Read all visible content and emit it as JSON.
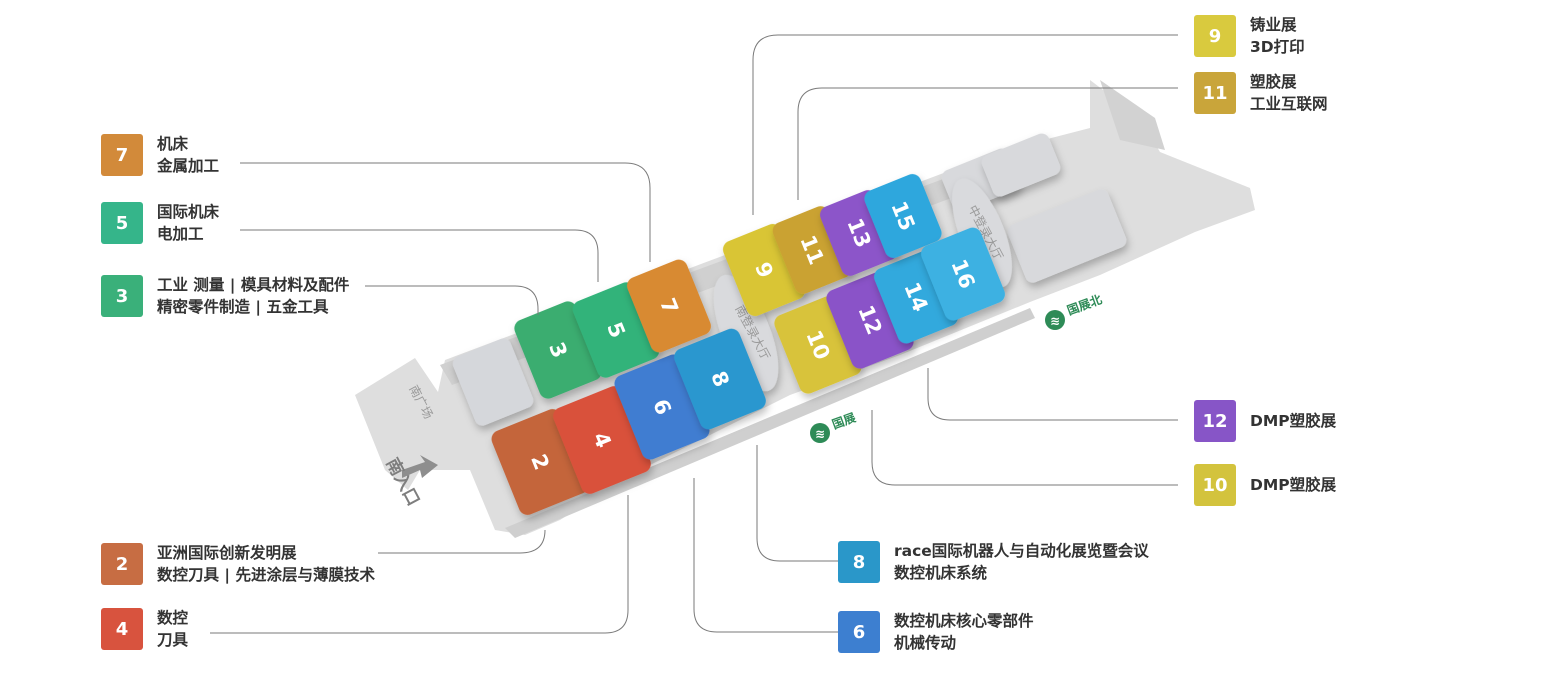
{
  "map": {
    "entrance_label": "南入口",
    "square_label": "南广场",
    "metro_stations": [
      {
        "label": "国展"
      },
      {
        "label": "国展北"
      }
    ],
    "lobbies": [
      {
        "label": "南登录大厅"
      },
      {
        "label": "中登录大厅"
      }
    ],
    "halls": [
      {
        "number": "2",
        "color": "#c4653a"
      },
      {
        "number": "3",
        "color": "#3aad70"
      },
      {
        "number": "4",
        "color": "#d9513a"
      },
      {
        "number": "5",
        "color": "#33b37a"
      },
      {
        "number": "6",
        "color": "#3f7dd1"
      },
      {
        "number": "7",
        "color": "#d88a33"
      },
      {
        "number": "8",
        "color": "#2b97cf"
      },
      {
        "number": "9",
        "color": "#d9c534"
      },
      {
        "number": "10",
        "color": "#d8c33b"
      },
      {
        "number": "11",
        "color": "#caa232"
      },
      {
        "number": "12",
        "color": "#8a53c8"
      },
      {
        "number": "13",
        "color": "#8c55c9"
      },
      {
        "number": "14",
        "color": "#32a9dd"
      },
      {
        "number": "15",
        "color": "#2fa7dd"
      },
      {
        "number": "16",
        "color": "#3cb1e2"
      }
    ]
  },
  "legend": [
    {
      "number": "7",
      "color": "#d28a3a",
      "lines": [
        "机床",
        "金属加工"
      ]
    },
    {
      "number": "5",
      "color": "#35b58a",
      "lines": [
        "国际机床",
        "电加工"
      ]
    },
    {
      "number": "3",
      "color": "#3ab07a",
      "lines": [
        "工业 测量 | 模具材料及配件",
        "精密零件制造 | 五金工具"
      ]
    },
    {
      "number": "2",
      "color": "#c76d43",
      "lines": [
        "亚洲国际创新发明展",
        "数控刀具 | 先进涂层与薄膜技术"
      ]
    },
    {
      "number": "4",
      "color": "#d8533e",
      "lines": [
        "数控",
        "刀具"
      ]
    },
    {
      "number": "9",
      "color": "#d9ca3e",
      "lines": [
        "铸业展",
        "3D打印"
      ]
    },
    {
      "number": "11",
      "color": "#c9a53a",
      "lines": [
        "塑胶展",
        "工业互联网"
      ]
    },
    {
      "number": "12",
      "color": "#8755c7",
      "lines": [
        "DMP塑胶展"
      ]
    },
    {
      "number": "10",
      "color": "#d3c33d",
      "lines": [
        "DMP塑胶展"
      ]
    },
    {
      "number": "8",
      "color": "#2a97c9",
      "lines": [
        "race国际机器人与自动化展览暨会议",
        "数控机床系统"
      ]
    },
    {
      "number": "6",
      "color": "#3d7fd0",
      "lines": [
        "数控机床核心零部件",
        "机械传动"
      ]
    }
  ]
}
